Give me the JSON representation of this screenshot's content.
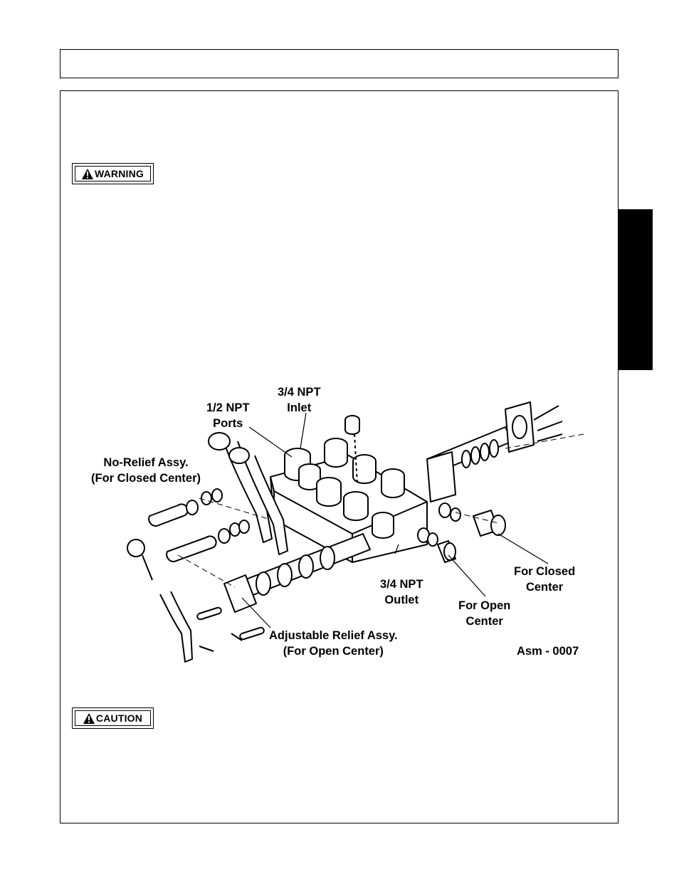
{
  "badges": {
    "warning": "WARNING",
    "caution": "CAUTION"
  },
  "diagram": {
    "labels": {
      "inlet": [
        "3/4 NPT",
        "Inlet"
      ],
      "ports": [
        "1/2 NPT",
        "Ports"
      ],
      "no_relief": [
        "No-Relief Assy.",
        "(For Closed Center)"
      ],
      "outlet": [
        "3/4 NPT",
        "Outlet"
      ],
      "for_closed": [
        "For Closed",
        "Center"
      ],
      "for_open": [
        "For Open",
        "Center"
      ],
      "adjustable_relief": [
        "Adjustable Relief Assy.",
        "(For Open Center)"
      ],
      "asm_code": "Asm - 0007"
    }
  },
  "colors": {
    "ink": "#000000",
    "paper": "#ffffff"
  }
}
